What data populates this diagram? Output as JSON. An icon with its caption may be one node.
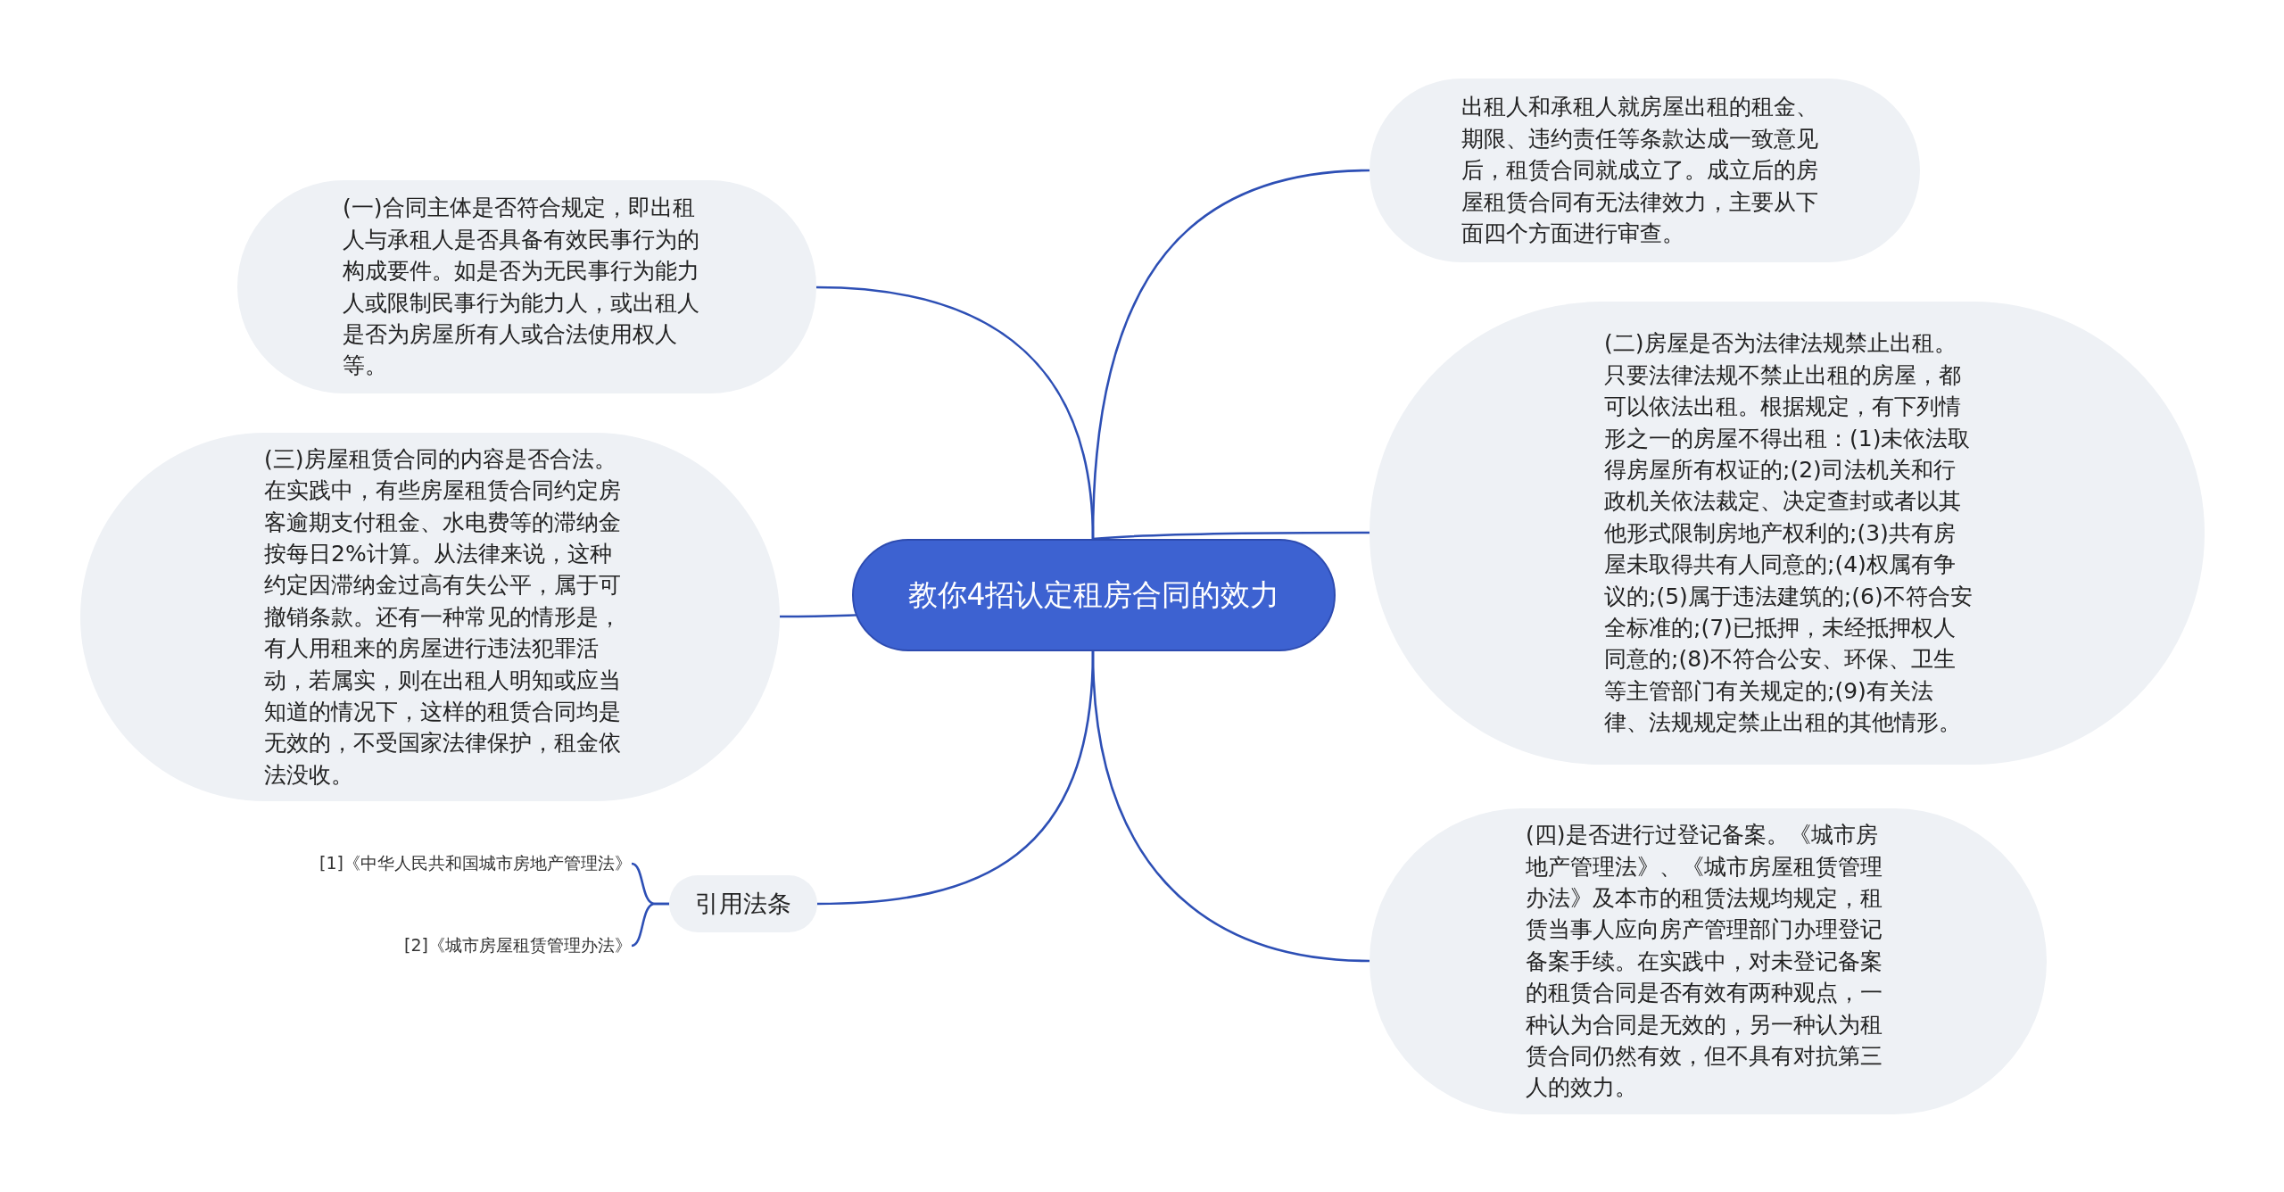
{
  "diagram": {
    "nodes": [
      {
        "text": [
          "教你4招认定租房合同的效力"
        ]
      },
      {
        "text": [
          "(一)合同主体是否符合规定，即出租人与承租人是否具备有效民事行为的构成要件。如是否为无民事行为能力人或限制民事行为能力人，或出租人是否为房屋所有人或合法使用权人等。"
        ]
      },
      {
        "text": [
          "出租人和承租人就房屋出租的租金、期限、违约责任等条款达成一致意见后，租赁合同就成立了。成立后的房屋租赁合同有无法律效力，主要从下面四个方面进行审查。"
        ]
      },
      {
        "text": [
          "(二)房屋是否为法律法规禁止出租。只要法律法规不禁止出租的房屋，都可以依法出租。根据规定，有下列情形之一的房屋不得出租：(1)未依法取得房屋所有权证的;(2)司法机关和行政机关依法裁定、决定查封或者以其他形式限制房地产权利的;(3)共有房屋未取得共有人同意的;(4)权属有争议的;(5)属于违法建筑的;(6)不符合安全标准的;(7)已抵押，未经抵押权人同意的;(8)不符合公安、环保、卫生等主管部门有关规定的;(9)有关法律、法规规定禁止出租的其他情形。"
        ]
      },
      {
        "text": [
          "(三)房屋租赁合同的内容是否合法。在实践中，有些房屋租赁合同约定房客逾期支付租金、水电费等的滞纳金按每日2%计算。从法律来说，这种约定因滞纳金过高有失公平，属于可撤销条款。还有一种常见的情形是，有人用租来的房屋进行违法犯罪活动，若属实，则在出租人明知或应当知道的情况下，这样的租赁合同均是无效的，不受国家法律保护，租金依法没收。"
        ]
      },
      {
        "text": [
          "(四)是否进行过登记备案。《城市房地产管理法》、《城市房屋租赁管理办法》及本市的租赁法规均规定，租赁当事人应向房产管理部门办理登记备案手续。在实践中，对未登记备案的租赁合同是否有效有两种观点，一种认为合同是无效的，另一种认为租赁合同仍然有效，但不具有对抗第三人的效力。"
        ]
      },
      {
        "text": [
          "引用法条"
        ]
      },
      {
        "text": [
          "[1]《中华人民共和国城市房地产管理法》"
        ]
      },
      {
        "text": [
          "[2]《城市房屋租赁管理办法》"
        ]
      }
    ],
    "edges": [
      {
        "from": 0,
        "to": 1,
        "arrow": "none"
      },
      {
        "from": 0,
        "to": 2,
        "arrow": "none"
      },
      {
        "from": 0,
        "to": 3,
        "arrow": "none"
      },
      {
        "from": 0,
        "to": 4,
        "arrow": "none"
      },
      {
        "from": 0,
        "to": 5,
        "arrow": "none"
      },
      {
        "from": 0,
        "to": 6,
        "arrow": "none"
      },
      {
        "from": 6,
        "to": 7,
        "arrow": "none"
      },
      {
        "from": 6,
        "to": 8,
        "arrow": "none"
      }
    ]
  }
}
